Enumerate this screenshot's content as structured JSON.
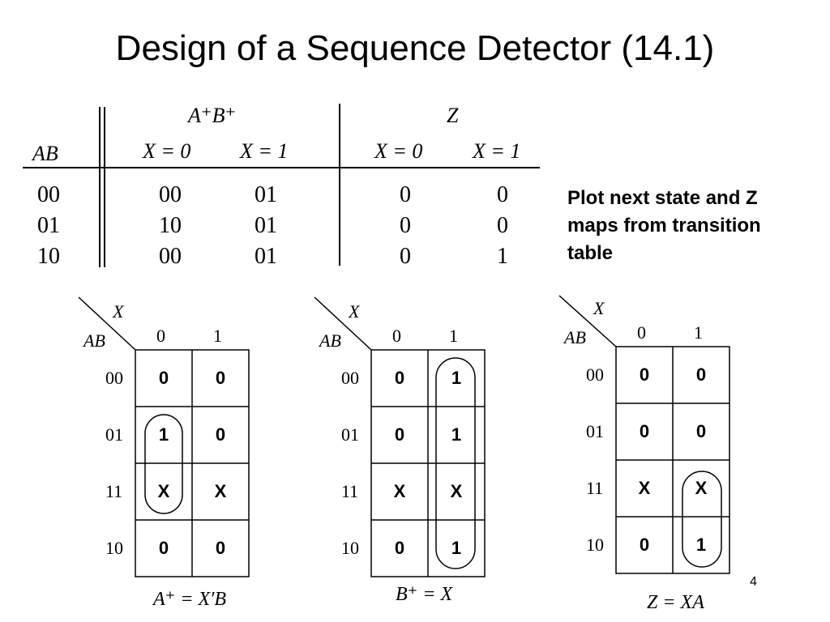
{
  "title": "Design of a Sequence Detector (14.1)",
  "table": {
    "row_header": "AB",
    "next_state_header": "A⁺B⁺",
    "output_header": "Z",
    "col_labels": [
      "X = 0",
      "X = 1",
      "X = 0",
      "X = 1"
    ],
    "rows": [
      {
        "ab": "00",
        "ns0": "00",
        "ns1": "01",
        "z0": "0",
        "z1": "0"
      },
      {
        "ab": "01",
        "ns0": "10",
        "ns1": "01",
        "z0": "0",
        "z1": "0"
      },
      {
        "ab": "10",
        "ns0": "00",
        "ns1": "01",
        "z0": "0",
        "z1": "1"
      }
    ]
  },
  "note": "Plot next state and Z maps from transition table",
  "kmaps": [
    {
      "var_x": "X",
      "var_ab": "AB",
      "col_labels": [
        "0",
        "1"
      ],
      "row_labels": [
        "00",
        "01",
        "11",
        "10"
      ],
      "cells": [
        [
          "0",
          "0"
        ],
        [
          "1",
          "0"
        ],
        [
          "X",
          "X"
        ],
        [
          "0",
          "0"
        ]
      ],
      "equation": "A⁺ = X′B"
    },
    {
      "var_x": "X",
      "var_ab": "AB",
      "col_labels": [
        "0",
        "1"
      ],
      "row_labels": [
        "00",
        "01",
        "11",
        "10"
      ],
      "cells": [
        [
          "0",
          "1"
        ],
        [
          "0",
          "1"
        ],
        [
          "X",
          "X"
        ],
        [
          "0",
          "1"
        ]
      ],
      "equation": "B⁺ = X"
    },
    {
      "var_x": "X",
      "var_ab": "AB",
      "col_labels": [
        "0",
        "1"
      ],
      "row_labels": [
        "00",
        "01",
        "11",
        "10"
      ],
      "cells": [
        [
          "0",
          "0"
        ],
        [
          "0",
          "0"
        ],
        [
          "X",
          "X"
        ],
        [
          "0",
          "1"
        ]
      ],
      "equation": "Z = XA"
    }
  ],
  "page_number": "4"
}
